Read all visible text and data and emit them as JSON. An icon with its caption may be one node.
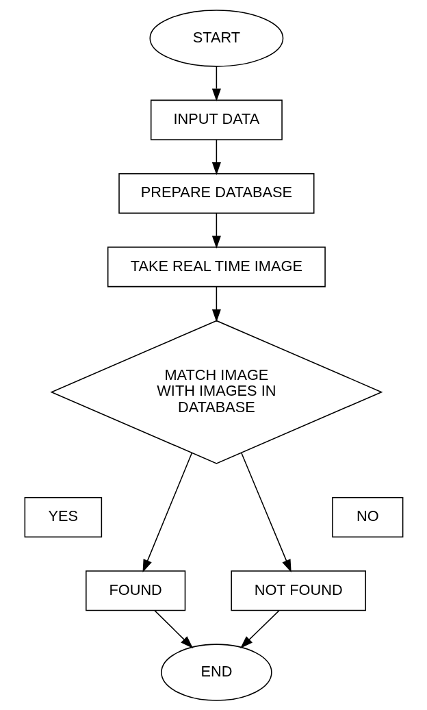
{
  "diagram": {
    "nodes": [
      {
        "text": [
          "START"
        ]
      },
      {
        "text": [
          "INPUT DATA"
        ]
      },
      {
        "text": [
          "PREPARE DATABASE"
        ]
      },
      {
        "text": [
          "TAKE REAL TIME IMAGE"
        ]
      },
      {
        "text": [
          "MATCH IMAGE WITH IMAGES IN DATABASE"
        ]
      },
      {
        "text": [
          "NO"
        ]
      },
      {
        "text": [
          "YES"
        ]
      },
      {
        "text": [
          "NOT FOUND"
        ]
      },
      {
        "text": [
          "FOUND"
        ]
      },
      {
        "text": [
          "END"
        ]
      }
    ],
    "edges": [
      {
        "from": 0,
        "to": 1,
        "arrow": "to"
      },
      {
        "from": 1,
        "to": 2,
        "arrow": "to"
      },
      {
        "from": 2,
        "to": 3,
        "arrow": "to"
      },
      {
        "from": 3,
        "to": 4,
        "arrow": "to"
      },
      {
        "from": 4,
        "to": 7,
        "arrow": "to"
      },
      {
        "from": 4,
        "to": 8,
        "arrow": "to"
      },
      {
        "from": 7,
        "to": 9,
        "arrow": "to"
      },
      {
        "from": 8,
        "to": 9,
        "arrow": "to"
      }
    ]
  }
}
